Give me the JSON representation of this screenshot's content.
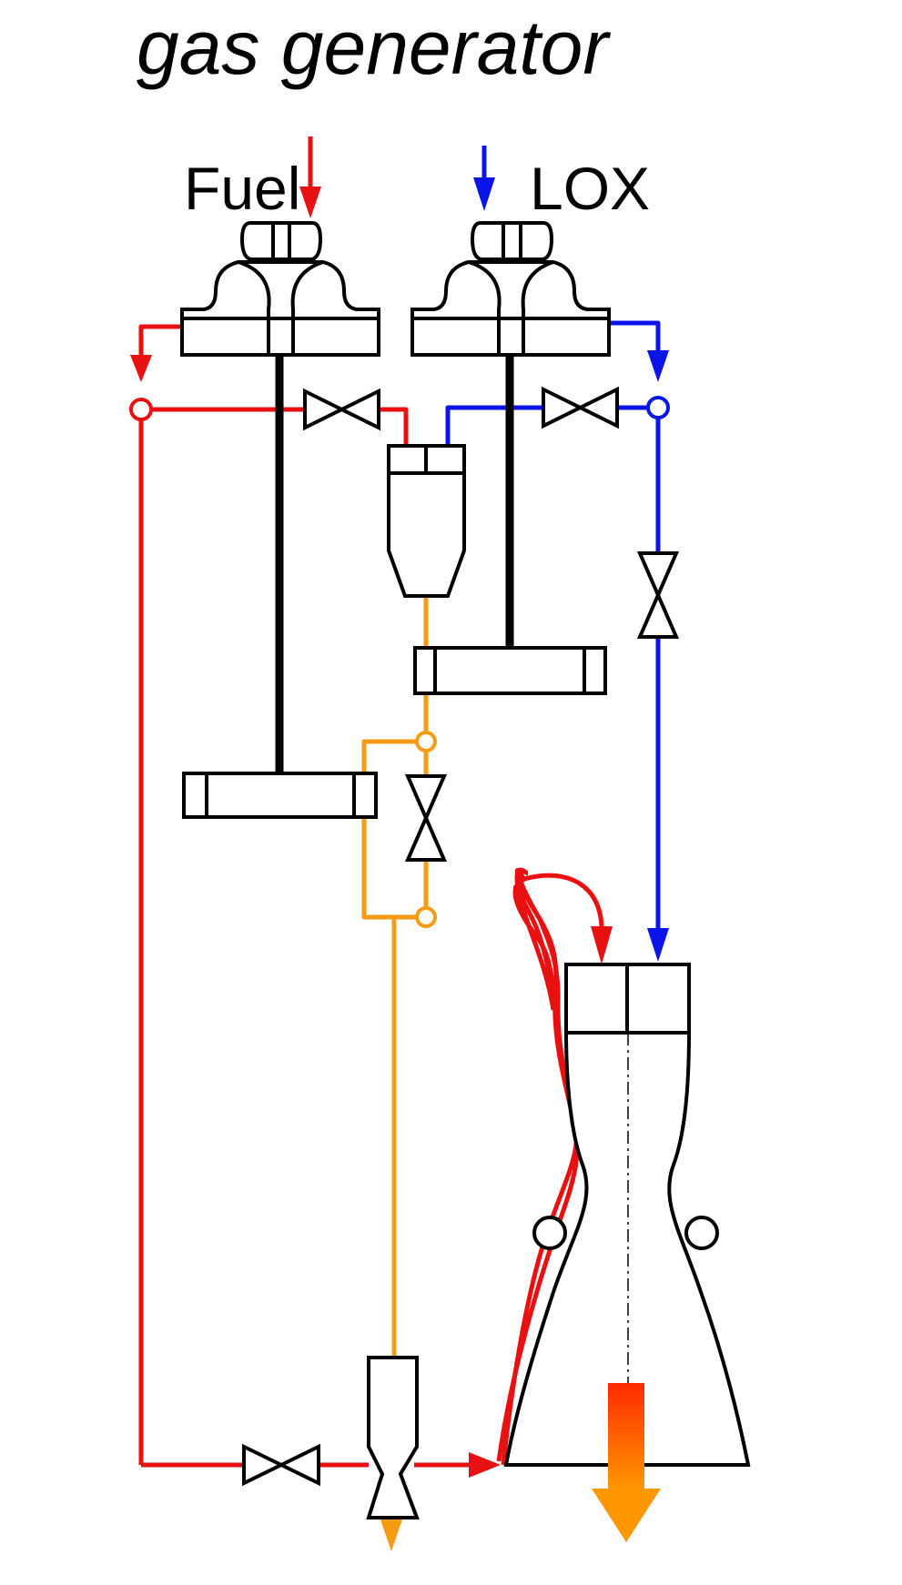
{
  "title": "gas generator",
  "labels": {
    "fuel": "Fuel",
    "lox": "LOX"
  },
  "colors": {
    "fuel": "#e81010",
    "lox": "#0a14e8",
    "hot_gas": "#f59c14",
    "shaft": "#000000",
    "exhaust_top": "#ff2a00",
    "exhaust_bottom": "#ff9800"
  }
}
